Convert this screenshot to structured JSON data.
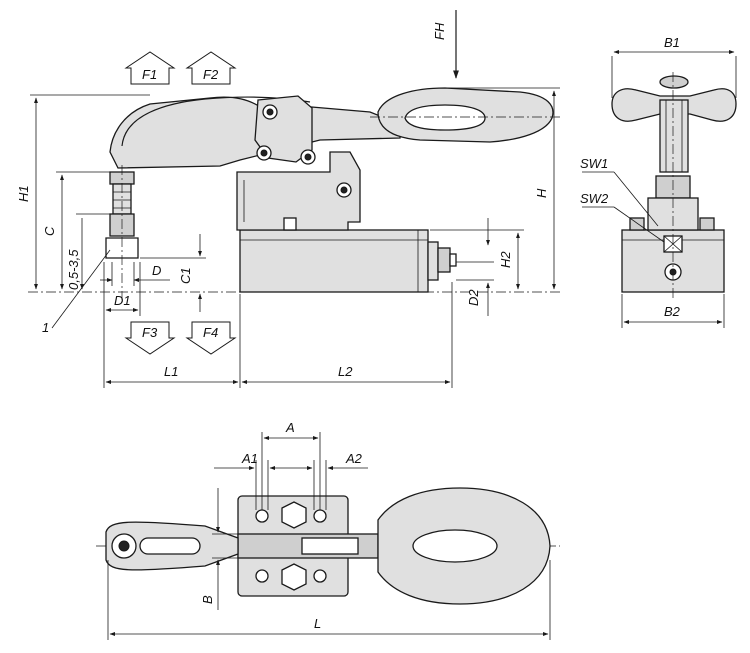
{
  "side_view": {
    "force_labels": {
      "f1": "F1",
      "f2": "F2",
      "f3": "F3",
      "f4": "F4",
      "fh": "FH"
    },
    "dim_labels": {
      "h1": "H1",
      "c": "C",
      "range": "0,5-3,5",
      "c1": "C1",
      "d": "D",
      "d1": "D1",
      "h": "H",
      "h2": "H2",
      "d2": "D2",
      "l1": "L1",
      "l2": "L2"
    },
    "item_number": "1"
  },
  "end_view": {
    "dim_labels": {
      "b1": "B1",
      "sw1": "SW1",
      "sw2": "SW2",
      "b2": "B2"
    }
  },
  "top_view": {
    "dim_labels": {
      "a": "A",
      "a1": "A1",
      "a2": "A2",
      "b": "B",
      "l": "L"
    }
  }
}
